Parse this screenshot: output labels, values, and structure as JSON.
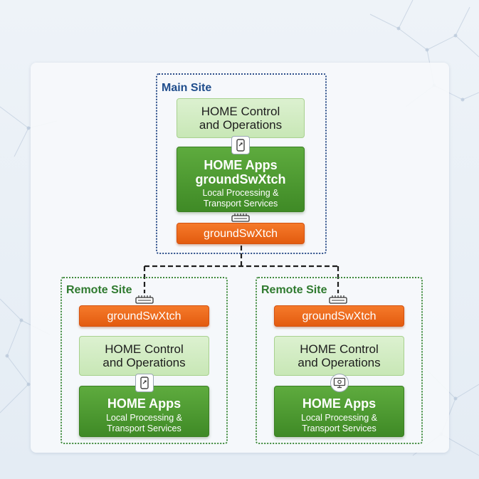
{
  "main_site": {
    "label": "Main Site",
    "control": {
      "line1": "HOME Control",
      "line2": "and Operations"
    },
    "apps": {
      "line1": "HOME Apps",
      "line2": "groundSwXtch",
      "line3": "Local Processing &",
      "line4": "Transport Services"
    },
    "switch": "groundSwXtch",
    "control_icon": "mobile-device-icon",
    "switch_icon": "network-switch-icon"
  },
  "remote_sites": [
    {
      "label": "Remote Site",
      "switch": "groundSwXtch",
      "control": {
        "line1": "HOME Control",
        "line2": "and Operations"
      },
      "apps": {
        "line1": "HOME Apps",
        "line2": "Local Processing &",
        "line3": "Transport Services"
      },
      "control_icon": "mobile-device-icon",
      "switch_icon": "network-switch-icon"
    },
    {
      "label": "Remote Site",
      "switch": "groundSwXtch",
      "control": {
        "line1": "HOME Control",
        "line2": "and Operations"
      },
      "apps": {
        "line1": "HOME Apps",
        "line2": "Local Processing &",
        "line3": "Transport Services"
      },
      "control_icon": "monitor-settings-icon",
      "switch_icon": "network-switch-icon"
    }
  ],
  "colors": {
    "control_green": "#c8e7b6",
    "apps_green": "#4c9a30",
    "switch_orange": "#e8661c",
    "main_border": "#2d4f8a",
    "remote_border": "#3f8a3c"
  }
}
